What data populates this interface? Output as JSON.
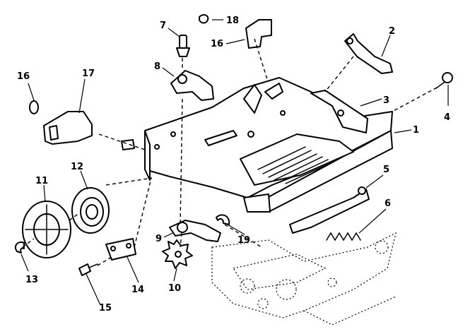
{
  "callouts": [
    {
      "id": "c1",
      "label": "1"
    },
    {
      "id": "c2",
      "label": "2"
    },
    {
      "id": "c3",
      "label": "3"
    },
    {
      "id": "c4",
      "label": "4"
    },
    {
      "id": "c5",
      "label": "5"
    },
    {
      "id": "c6",
      "label": "6"
    },
    {
      "id": "c7",
      "label": "7"
    },
    {
      "id": "c8",
      "label": "8"
    },
    {
      "id": "c9",
      "label": "9"
    },
    {
      "id": "c10",
      "label": "10"
    },
    {
      "id": "c11",
      "label": "11"
    },
    {
      "id": "c12",
      "label": "12"
    },
    {
      "id": "c13",
      "label": "13"
    },
    {
      "id": "c14",
      "label": "14"
    },
    {
      "id": "c15",
      "label": "15"
    },
    {
      "id": "c16a",
      "label": "16"
    },
    {
      "id": "c16b",
      "label": "16"
    },
    {
      "id": "c17",
      "label": "17"
    },
    {
      "id": "c18",
      "label": "18"
    },
    {
      "id": "c19",
      "label": "19"
    }
  ]
}
